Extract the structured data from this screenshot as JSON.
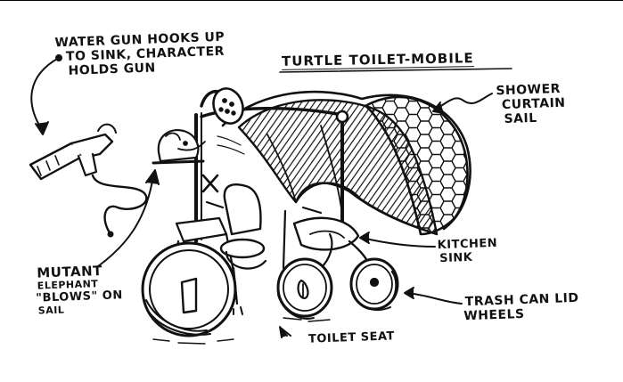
{
  "title": "TURTLE TOILET-MOBILE",
  "labels": {
    "water_gun": [
      "WATER GUN HOOKS UP",
      "TO SINK, CHARACTER",
      "HOLDS GUN"
    ],
    "shower_curtain": [
      "SHOWER",
      "CURTAIN",
      "SAIL"
    ],
    "kitchen_sink": [
      "KITCHEN",
      "SINK"
    ],
    "trash_can": [
      "TRASH CAN LID",
      "WHEELS"
    ],
    "mutant_elephant": [
      "MUTANT",
      "ELEPHANT",
      "\"BLOWS\" ON",
      "SAIL"
    ],
    "toilet_seat": "TOILET SEAT"
  },
  "colors": {
    "ink": "#111111",
    "paper": "#ffffff"
  },
  "icons": {
    "water_gun": "water-gun-icon",
    "shower_head": "shower-head-icon",
    "sail": "turtle-shell-sail-icon",
    "wheel": "trash-can-lid-wheel-icon"
  }
}
